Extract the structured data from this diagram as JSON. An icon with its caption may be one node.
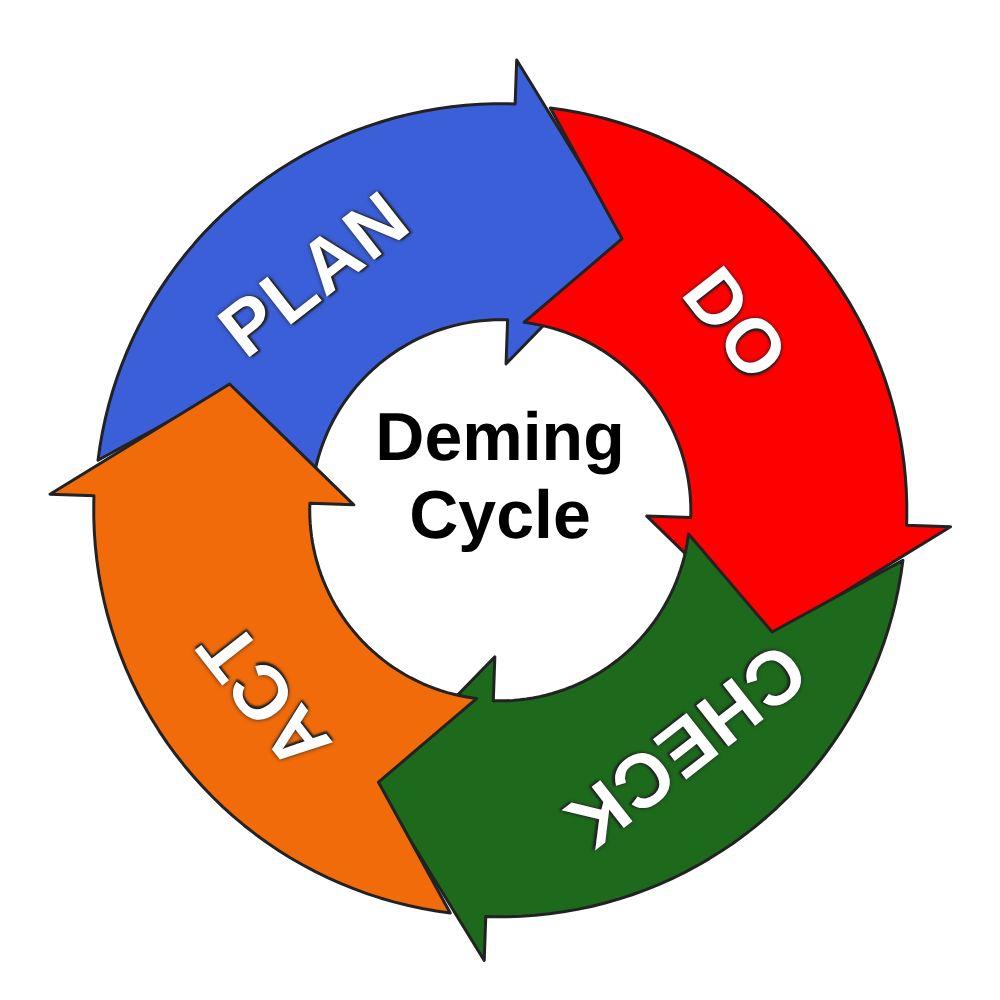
{
  "diagram": {
    "title": "Deming Cycle",
    "nodes": [
      {
        "text": [
          "PLAN"
        ]
      },
      {
        "text": [
          "DO"
        ]
      },
      {
        "text": [
          "CHECK"
        ]
      },
      {
        "text": [
          "ACT"
        ]
      }
    ]
  }
}
